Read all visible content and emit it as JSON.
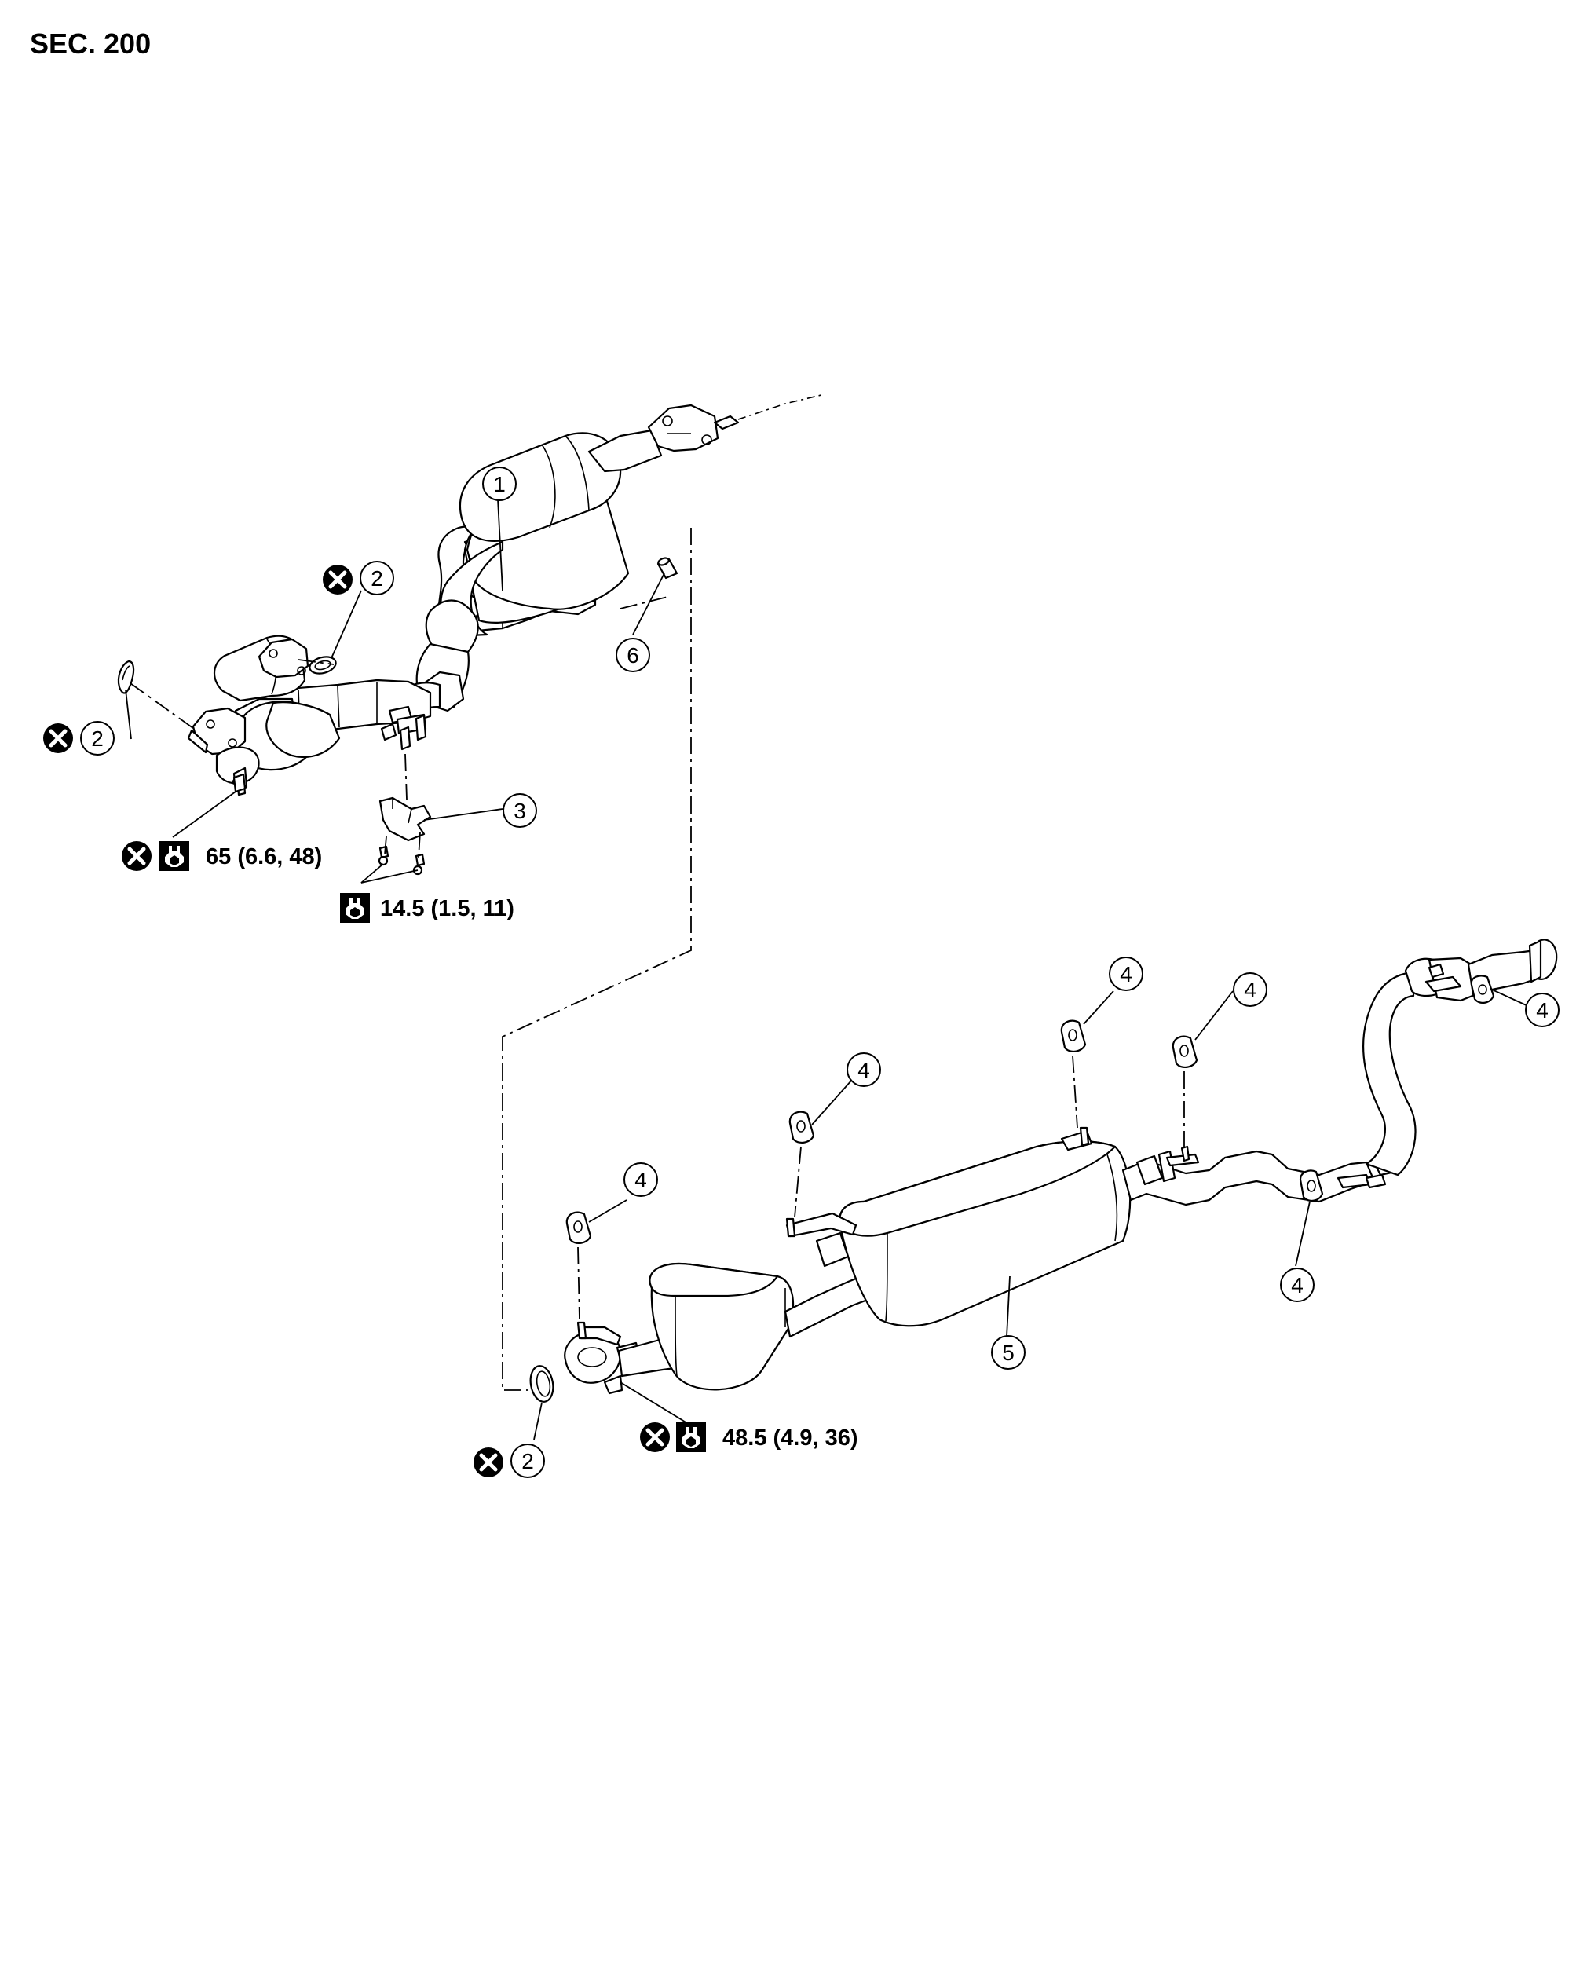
{
  "section_label": "SEC. 200",
  "callouts": [
    {
      "id": "c1",
      "text": "1"
    },
    {
      "id": "c2a",
      "text": "2"
    },
    {
      "id": "c2b",
      "text": "2"
    },
    {
      "id": "c2c",
      "text": "2"
    },
    {
      "id": "c3",
      "text": "3"
    },
    {
      "id": "c4a",
      "text": "4"
    },
    {
      "id": "c4b",
      "text": "4"
    },
    {
      "id": "c4c",
      "text": "4"
    },
    {
      "id": "c4d",
      "text": "4"
    },
    {
      "id": "c4e",
      "text": "4"
    },
    {
      "id": "c4f",
      "text": "4"
    },
    {
      "id": "c5",
      "text": "5"
    },
    {
      "id": "c6",
      "text": "6"
    }
  ],
  "torque_specs": [
    {
      "id": "t1",
      "text": "65 (6.6, 48)",
      "do_not_reuse": true
    },
    {
      "id": "t2",
      "text": "14.5 (1.5, 11)",
      "do_not_reuse": false
    },
    {
      "id": "t3",
      "text": "48.5 (4.9, 36)",
      "do_not_reuse": true
    }
  ],
  "icons": {
    "do_not_reuse": "do-not-reuse-icon",
    "torque": "torque-wrench-icon"
  },
  "colors": {
    "line": "#000000",
    "background": "#ffffff"
  }
}
